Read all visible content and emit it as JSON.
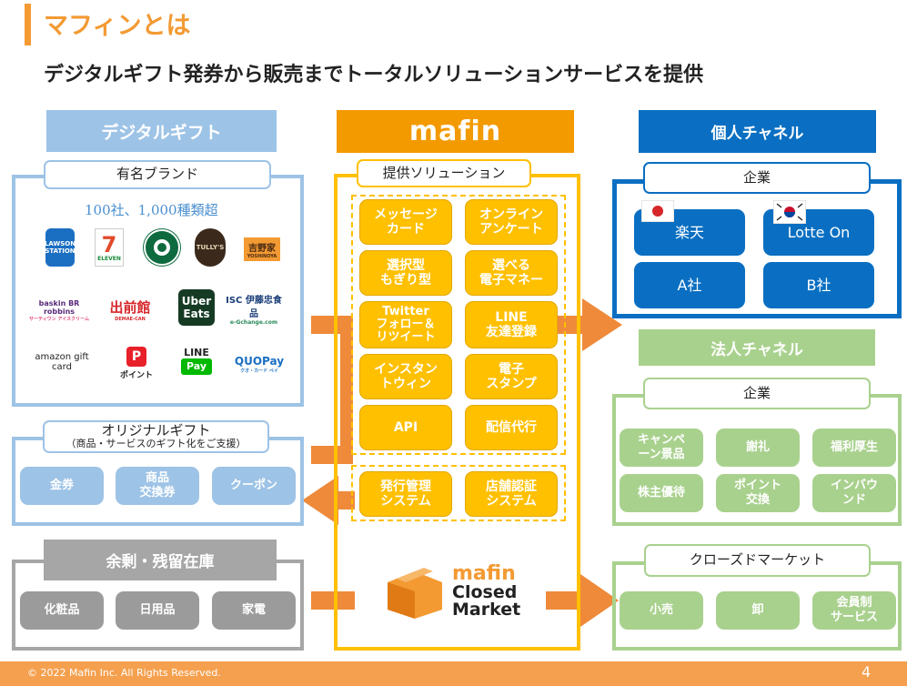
{
  "title": "マフィンとは",
  "subtitle": "デジタルギフト発券から販売までトータルソリューションサービスを提供",
  "left": {
    "digital_gift": {
      "header": "デジタルギフト",
      "brand_label": "有名ブランド",
      "brand_count": "100社、1,000種類超",
      "logos": {
        "lawson_a": "LAWSON",
        "lawson_b": "STATION",
        "seven": "7",
        "seven_sub": "ELEVEN",
        "tullys": "TULLY'S",
        "yoshinoya": "吉野家",
        "yoshinoya_sub": "YOSHINOYA",
        "br": "baskin BR robbins",
        "br_sub": "サーティワン アイスクリーム",
        "demae": "出前館",
        "demae_sub": "DEMAE-CAN",
        "uber_a": "Uber",
        "uber_b": "Eats",
        "isc_a": "ISC",
        "isc_b": "伊藤忠食品",
        "isc_c": "e-Gchange.com",
        "amazon": "amazon gift card",
        "paypay_mark": "P",
        "paypay": "ポイント",
        "line_a": "LINE",
        "line_b": "Pay",
        "quo": "QUOPay",
        "quo_sub": "クオ・カード ペイ"
      }
    },
    "original_gift": {
      "label_line1": "オリジナルギフト",
      "label_line2": "（商品・サービスのギフト化をご支援）",
      "items": [
        "金券",
        "商品\n交換券",
        "クーポン"
      ]
    },
    "surplus": {
      "header": "余剰・残留在庫",
      "items": [
        "化粧品",
        "日用品",
        "家電"
      ]
    }
  },
  "center": {
    "logo": "mafin",
    "solutions_label": "提供ソリューション",
    "solutions": [
      "メッセージ\nカード",
      "オンライン\nアンケート",
      "選択型\nもぎり型",
      "選べる\n電子マネー",
      "Twitter\nフォロー＆\nリツイート",
      "LINE\n友達登録",
      "インスタン\nトウィン",
      "電子\nスタンプ",
      "API",
      "配信代行"
    ],
    "systems": [
      "発行管理\nシステム",
      "店舗認証\nシステム"
    ],
    "closed_market_logo": {
      "line1": "mafin",
      "line2": "Closed",
      "line3": "Market"
    }
  },
  "right": {
    "personal": {
      "header": "個人チャネル",
      "label": "企業",
      "items": [
        "楽天",
        "Lotte On",
        "A社",
        "B社"
      ]
    },
    "corporate": {
      "header": "法人チャネル",
      "label": "企業",
      "items": [
        "キャンペ\nーン景品",
        "謝礼",
        "福利厚生",
        "株主優待",
        "ポイント\n交換",
        "インバウ\nンド"
      ]
    },
    "closed_market": {
      "label": "クローズドマーケット",
      "items": [
        "小売",
        "卸",
        "会員制\nサービス"
      ]
    }
  },
  "footer": {
    "copyright": "© 2022 Mafin Inc. All Rights Reserved.",
    "page": "4"
  },
  "colors": {
    "accent": "#f39a33",
    "blue": "#0a6fc2",
    "light_blue": "#9dc3e6",
    "green": "#a9d18e",
    "yellow": "#ffc000",
    "gray": "#9b9b9b"
  }
}
